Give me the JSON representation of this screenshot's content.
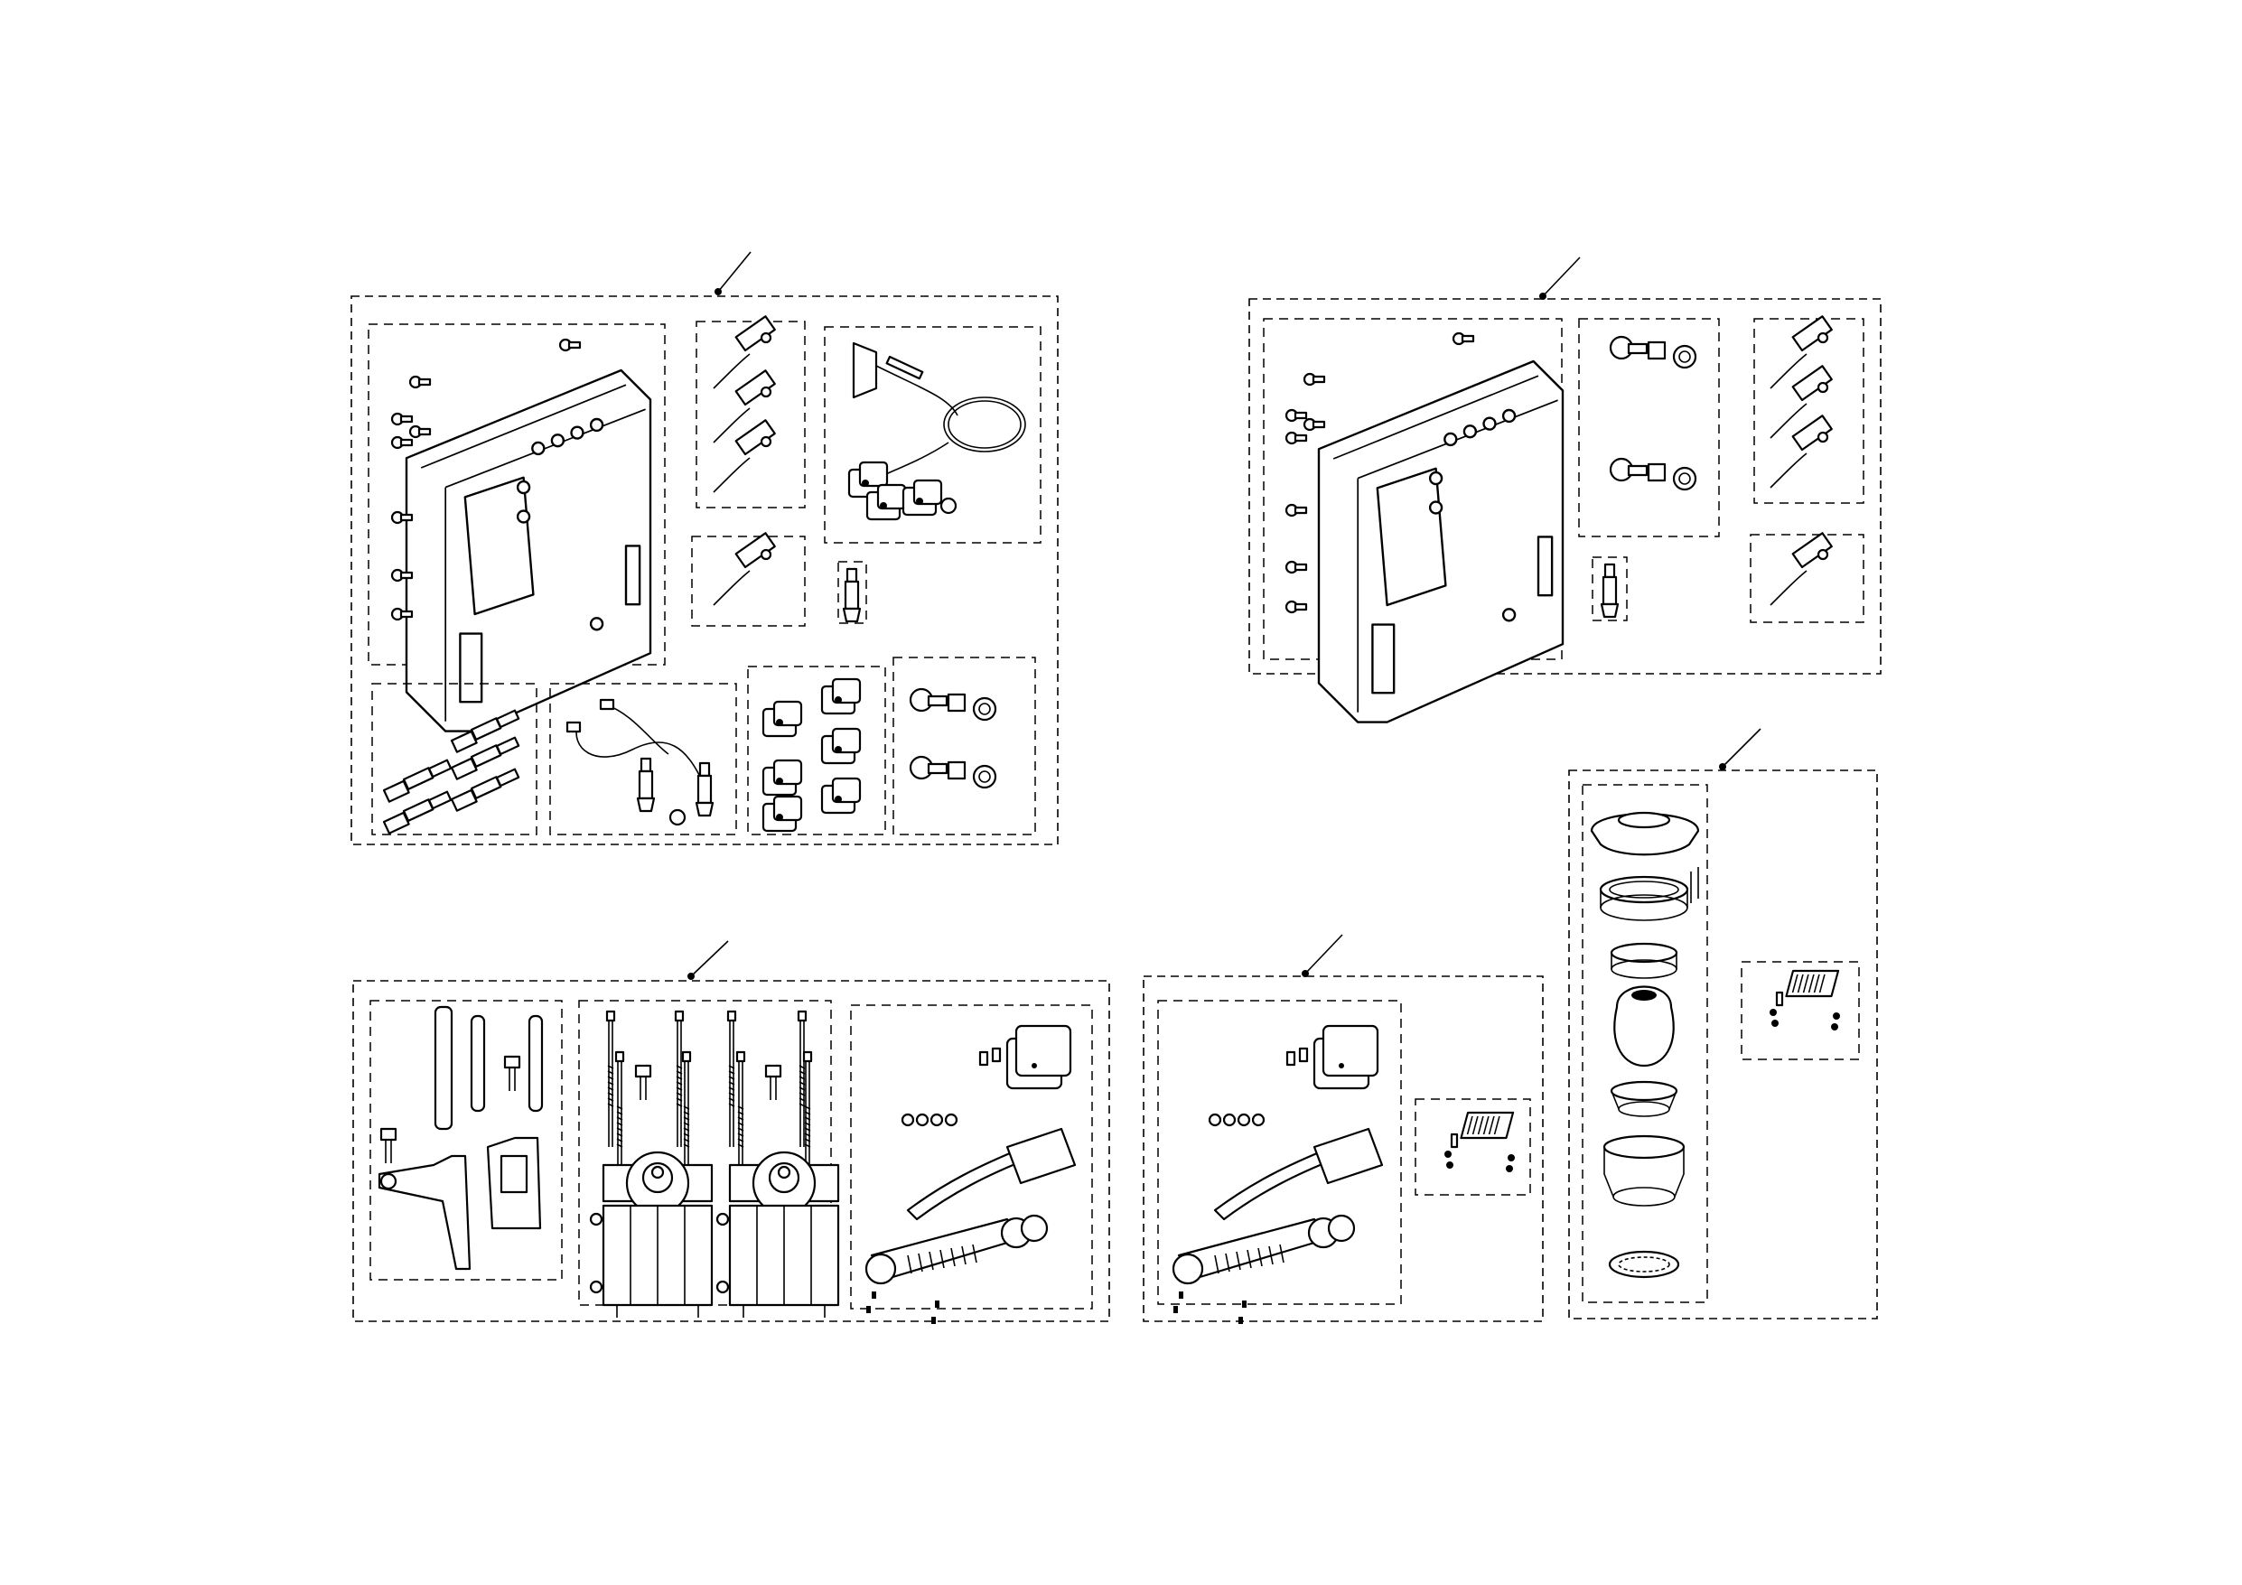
{
  "diagram": {
    "kind": "exploded parts kit illustration",
    "colors": {
      "line": "#000000",
      "background": "#ffffff"
    },
    "kits": [
      {
        "id": "kit-controller-full",
        "parts": [
          "controller-housing-icon",
          "sensor-icon",
          "sensor-icon",
          "sensor-icon",
          "wiring-harness-icon",
          "sensor-icon",
          "valve-icon",
          "fitting-icon",
          "cable-icon",
          "connector-block-icon",
          "elbow-fitting-icon"
        ]
      },
      {
        "id": "kit-controller",
        "parts": [
          "controller-housing-icon",
          "elbow-fitting-icon",
          "sensor-icon",
          "valve-icon",
          "sensor-icon"
        ]
      },
      {
        "id": "kit-cylinders",
        "parts": [
          "bracket-icon",
          "tube-icon",
          "tie-rod-icon",
          "cylinder-icon",
          "cylinder-icon",
          "hinge-assembly-icon"
        ]
      },
      {
        "id": "kit-hinge",
        "parts": [
          "hinge-assembly-icon",
          "filter-icon"
        ]
      },
      {
        "id": "kit-bearing-stack",
        "parts": [
          "cap-icon",
          "ring-nut-icon",
          "bushing-icon",
          "ball-joint-icon",
          "seat-icon",
          "housing-icon",
          "retaining-ring-icon",
          "filter-icon"
        ]
      }
    ]
  }
}
